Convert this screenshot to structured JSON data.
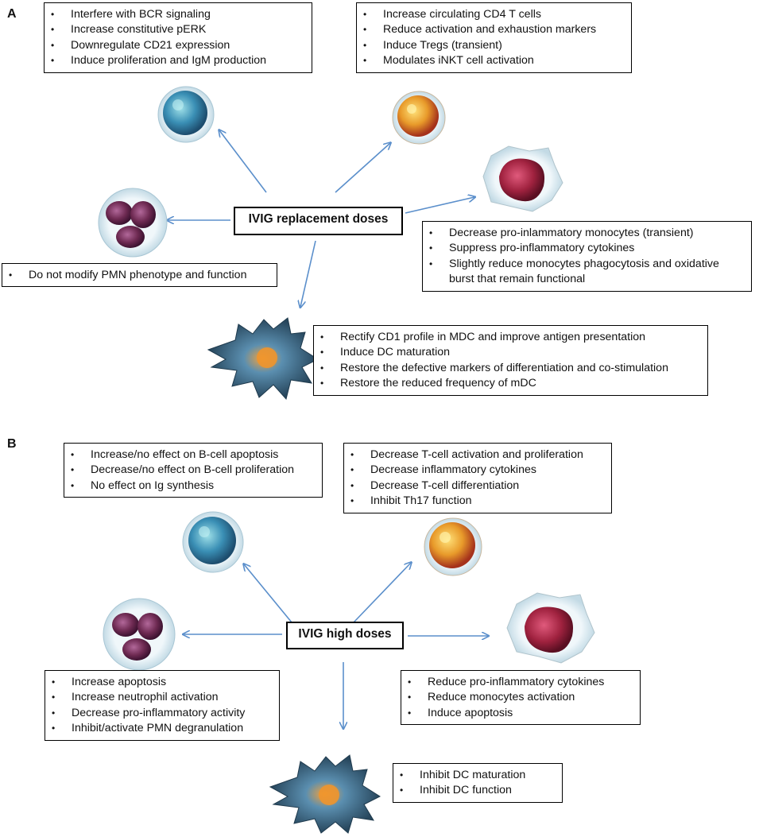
{
  "colors": {
    "arrow": "#5b8fcb",
    "bcell": "#3a8fb5",
    "tcell": "#e89a2a",
    "monocyte": "#a0223f",
    "pmn": "#6e2a52",
    "dc": "#3f6b86"
  },
  "panel_a": {
    "label": "A",
    "center": "IVIG replacement doses",
    "b_cell": {
      "icon": "b-cell-icon",
      "effects": [
        "Interfere with BCR signaling",
        "Increase constitutive pERK",
        "Downregulate CD21 expression",
        "Induce proliferation and IgM production"
      ]
    },
    "t_cell": {
      "icon": "t-cell-icon",
      "effects": [
        "Increase circulating CD4 T cells",
        "Reduce activation and exhaustion markers",
        "Induce Tregs  (transient)",
        "Modulates iNKT cell activation"
      ]
    },
    "monocyte": {
      "icon": "monocyte-icon",
      "effects": [
        "Decrease pro-inlammatory monocytes  (transient)",
        "Suppress pro-inflammatory cytokines",
        "Slightly reduce monocytes phagocytosis and oxidative burst that remain functional"
      ]
    },
    "pmn": {
      "icon": "neutrophil-icon",
      "effects": [
        "Do not modify PMN phenotype and function"
      ]
    },
    "dc": {
      "icon": "dendritic-cell-icon",
      "effects": [
        "Rectify CD1 profile in MDC and improve antigen presentation",
        "Induce DC maturation",
        "Restore the defective markers of differentiation and co-stimulation",
        "Restore the reduced frequency of mDC"
      ]
    }
  },
  "panel_b": {
    "label": "B",
    "center": "IVIG high doses",
    "b_cell": {
      "icon": "b-cell-icon",
      "effects": [
        "Increase/no effect on B-cell apoptosis",
        "Decrease/no effect on B-cell proliferation",
        "No effect on Ig synthesis"
      ]
    },
    "t_cell": {
      "icon": "t-cell-icon",
      "effects": [
        "Decrease T-cell activation and proliferation",
        "Decrease inflammatory cytokines",
        "Decrease T-cell differentiation",
        "Inhibit Th17 function"
      ]
    },
    "monocyte": {
      "icon": "monocyte-icon",
      "effects": [
        "Reduce pro-inflammatory cytokines",
        "Reduce monocytes activation",
        "Induce apoptosis"
      ]
    },
    "pmn": {
      "icon": "neutrophil-icon",
      "effects": [
        "Increase apoptosis",
        "Increase neutrophil activation",
        "Decrease pro-inflammatory activity",
        "Inhibit/activate PMN degranulation"
      ]
    },
    "dc": {
      "icon": "dendritic-cell-icon",
      "effects": [
        "Inhibit DC maturation",
        "Inhibit DC function"
      ]
    }
  }
}
